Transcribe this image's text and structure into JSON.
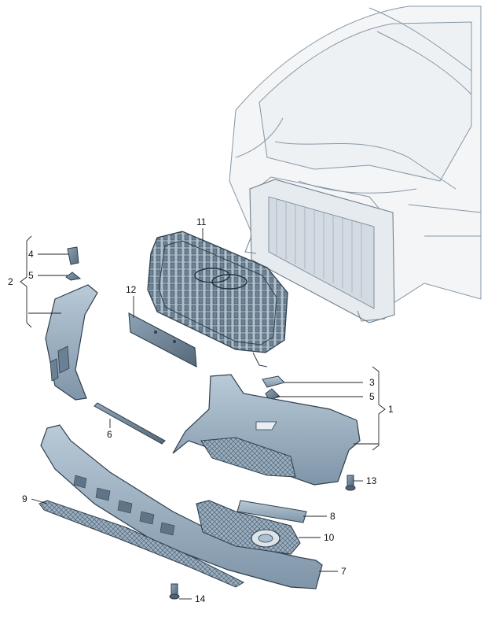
{
  "diagram": {
    "callouts": {
      "c1": "1",
      "c2": "2",
      "c3": "3",
      "c4": "4",
      "c5_left": "5",
      "c5_right": "5",
      "c6": "6",
      "c7": "7",
      "c8": "8",
      "c9": "9",
      "c10": "10",
      "c11": "11",
      "c12": "12",
      "c13": "13",
      "c14": "14"
    },
    "colors": {
      "part_fill": "#9fb4c6",
      "part_fill_dark": "#6f8597",
      "part_stroke": "#2f3f4d",
      "body_stroke": "#8a9aa8",
      "body_fill": "#f4f6f8",
      "line": "#222222"
    }
  }
}
